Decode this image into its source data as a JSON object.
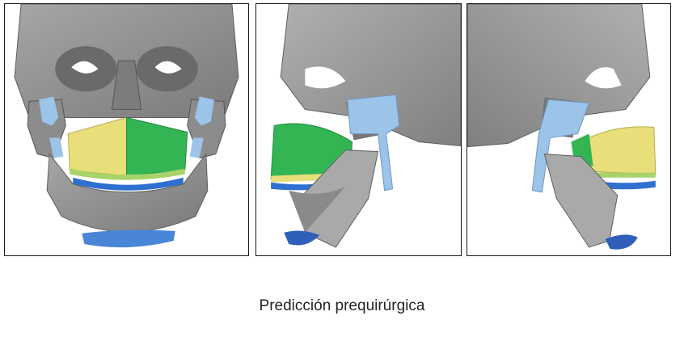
{
  "figure": {
    "caption": "Predicción prequirúrgica",
    "panels": [
      {
        "view": "frontal",
        "icon": "skull-frontal-3d-model"
      },
      {
        "view": "lateral-left",
        "icon": "skull-lateral-left-3d-model"
      },
      {
        "view": "lateral-right",
        "icon": "skull-lateral-right-3d-model"
      }
    ],
    "colors": {
      "bone": "#8e8e8e",
      "bone_light": "#b4b4b4",
      "bone_dark": "#5e5e5e",
      "maxilla_left": "#e8de7a",
      "maxilla_right": "#33b554",
      "teeth": "#2f6fd0",
      "chin_guide": "#4a86d8",
      "condyle": "#9cc3e8",
      "border": "#1a1a1a"
    }
  }
}
